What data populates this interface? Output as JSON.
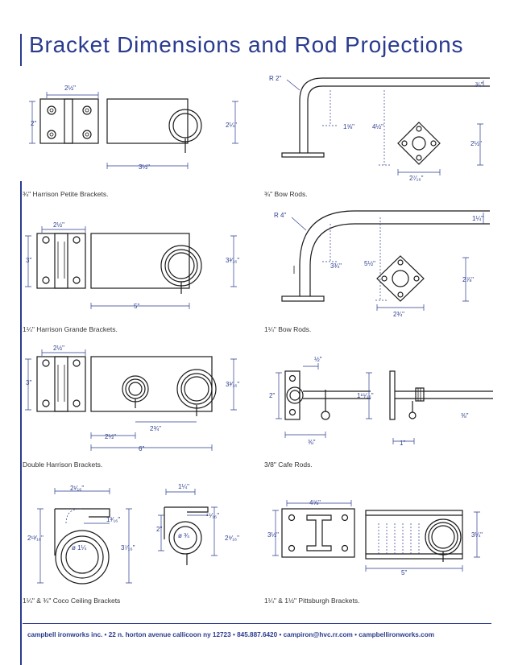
{
  "title": "Bracket Dimensions and Rod Projections",
  "captions": {
    "petite": "¾\" Harrison Petite Brackets.",
    "bow34": "¾\" Bow Rods.",
    "grande": "1¼\" Harrison Grande Brackets.",
    "bow114": "1¼\" Bow Rods.",
    "double": "Double Harrison Brackets.",
    "cafe": "3/8\" Cafe Rods.",
    "coco": "1¼\" & ¾\" Coco Ceiling Brackets",
    "pittsburgh": "1¼\" & 1½\" Pittsburgh Brackets."
  },
  "dims": {
    "petite_top": "2½\"",
    "petite_left": "2\"",
    "petite_height": "2¼\"",
    "petite_bottom": "3½\"",
    "bow34_radius": "R 2\"",
    "bow34_rod": "¾\"",
    "bow34_a": "1⅝\"",
    "bow34_b": "4½\"",
    "bow34_plate_h": "2½\"",
    "bow34_plate_w": "2⁷⁄₁₆\"",
    "grande_top": "2½\"",
    "grande_left": "3\"",
    "grande_height": "3³⁄₁₆\"",
    "grande_bottom": "5\"",
    "bow114_radius": "R 4\"",
    "bow114_rod": "1¼\"",
    "bow114_a": "3¾\"",
    "bow114_b": "5½\"",
    "bow114_plate_h": "2⅞\"",
    "bow114_plate_w": "2¾\"",
    "double_top": "2½\"",
    "double_left": "3\"",
    "double_height": "3³⁄₁₆\"",
    "double_mid": "2¾\"",
    "double_small": "2½\"",
    "double_bottom": "6\"",
    "cafe_top": "½\"",
    "cafe_left": "2\"",
    "cafe_mid": "1¹⁵⁄₁₆\"",
    "cafe_bottom": "⅜\"",
    "cafe_rod": "⅜\"",
    "cafe_proj": "1\"",
    "coco_a_top": "2¹⁄₁₆\"",
    "coco_a_inner": "1³⁄₁₆\"",
    "coco_a_left": "2¹³⁄₁₆\"",
    "coco_a_right": "3⁷⁄₁₆\"",
    "coco_a_dia": "ø 1¼",
    "coco_b_top": "1¼\"",
    "coco_b_inner": "¹⁵⁄₁₆\"",
    "coco_b_left": "2\"",
    "coco_b_right": "2⁹⁄₁₆\"",
    "coco_b_dia": "ø ¾",
    "pitt_top": "4⅝\"",
    "pitt_left": "3½\"",
    "pitt_height": "3¼\"",
    "pitt_bottom": "5\""
  },
  "footer": "campbell ironworks inc. • 22 n. horton avenue callicoon ny 12723 • 845.887.6420 • campiron@hvc.rr.com • campbellironworks.com"
}
